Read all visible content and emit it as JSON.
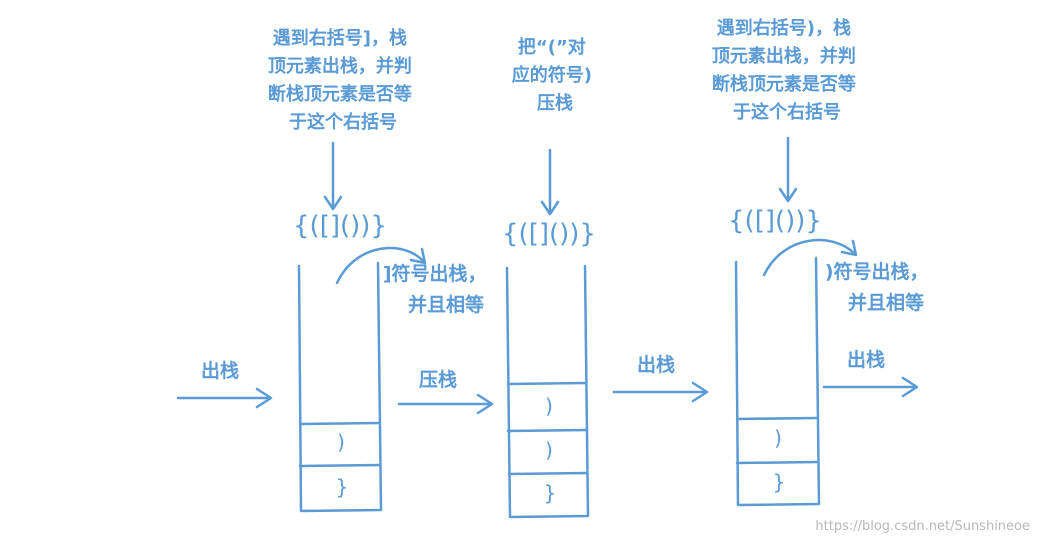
{
  "notes": {
    "note1": [
      "遇到右括号]，栈",
      "顶元素出栈，并判",
      "断栈顶元素是否等",
      "于这个右括号"
    ],
    "note2": [
      "把“(”对",
      "应的符号)",
      "压栈"
    ],
    "note3": [
      "遇到右括号)，栈",
      "顶元素出栈，并判",
      "断栈顶元素是否等",
      "于这个右括号"
    ]
  },
  "sequences": {
    "seq1": "{([]())}",
    "seq2": "{([]())}",
    "seq3": "{([]())}"
  },
  "actions": {
    "a1": "出栈",
    "a2": "压栈",
    "a3": "出栈",
    "a4": "出栈"
  },
  "pop_notes": {
    "p1": [
      "]符号出栈，",
      "并且相等"
    ],
    "p2": [
      ")符号出栈，",
      "并且相等"
    ]
  },
  "stacks": {
    "stack1": [
      ")",
      "}"
    ],
    "stack2": [
      ")",
      ")",
      "}"
    ],
    "stack3": [
      ")",
      "}"
    ]
  },
  "watermark": "https://blog.csdn.net/Sunshineoe",
  "colors": {
    "accent": "#5b9bd5",
    "watermark": "#b8b8b8"
  }
}
